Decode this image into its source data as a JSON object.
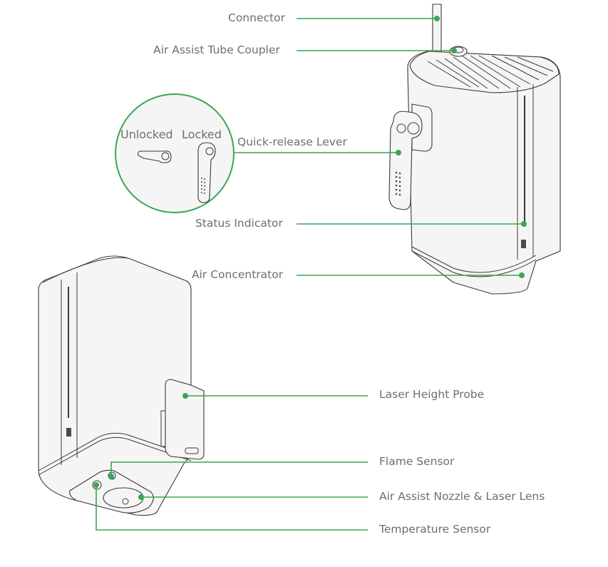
{
  "diagram": {
    "accent_color": "#3aa655",
    "text_color": "#6e6e73",
    "callouts": [
      {
        "id": "connector",
        "label": "Connector"
      },
      {
        "id": "air-assist-tube-coupler",
        "label": "Air Assist Tube Coupler"
      },
      {
        "id": "quick-release-lever",
        "label": "Quick-release Lever"
      },
      {
        "id": "status-indicator",
        "label": "Status Indicator"
      },
      {
        "id": "air-concentrator",
        "label": "Air Concentrator"
      },
      {
        "id": "laser-height-probe",
        "label": "Laser Height Probe"
      },
      {
        "id": "flame-sensor",
        "label": "Flame Sensor"
      },
      {
        "id": "air-assist-nozzle-laser-lens",
        "label": "Air Assist Nozzle & Laser Lens"
      },
      {
        "id": "temperature-sensor",
        "label": "Temperature Sensor"
      }
    ],
    "inset": {
      "unlocked_label": "Unlocked",
      "locked_label": "Locked"
    }
  }
}
